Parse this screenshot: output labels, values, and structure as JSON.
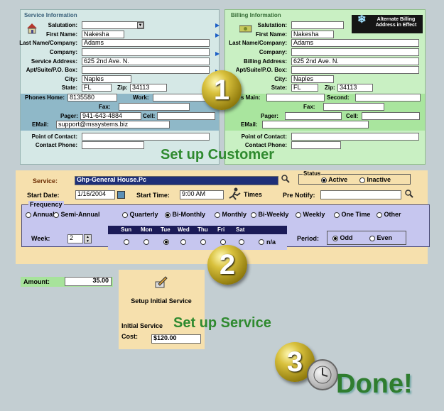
{
  "service_info": {
    "heading": "Service Information",
    "salutation_label": "Salutation:",
    "salutation_value": "",
    "first_name_label": "First Name:",
    "first_name_value": "Nakesha",
    "last_name_label": "Last Name/Company:",
    "last_name_value": "Adams",
    "company_label": "Company:",
    "company_value": "",
    "address_label": "Service Address:",
    "address_value": "625 2nd Ave. N.",
    "apt_label": "Apt/Suite/P.O. Box:",
    "apt_value": "",
    "city_label": "City:",
    "city_value": "Naples",
    "state_label": "State:",
    "state_value": "FL",
    "zip_label": "Zip:",
    "zip_value": "34113",
    "phone_home_label": "Phones Home:",
    "phone_home_value": "8135580",
    "work_label": "Work:",
    "work_value": "",
    "fax_label": "Fax:",
    "fax_value": "",
    "pager_label": "Pager:",
    "pager_value": "941-643-4884",
    "cell_label": "Cell:",
    "cell_value": "",
    "email_label": "EMail:",
    "email_value": "support@mssystems.biz",
    "poc_label": "Point of Contact:",
    "poc_value": "",
    "contact_phone_label": "Contact Phone:",
    "contact_phone_value": ""
  },
  "billing_info": {
    "heading": "Billing Information",
    "alternate_button": "Alternate Billing Address in Effect",
    "salutation_label": "Salutation:",
    "salutation_value": "",
    "first_name_label": "First Name:",
    "first_name_value": "Nakesha",
    "last_name_label": "Last Name/Company:",
    "last_name_value": "Adams",
    "company_label": "Company:",
    "company_value": "",
    "address_label": "Billing Address:",
    "address_value": "625 2nd Ave. N.",
    "apt_label": "Apt/Suite/P.O. Box:",
    "apt_value": "",
    "city_label": "City:",
    "city_value": "Naples",
    "state_label": "State:",
    "state_value": "FL",
    "zip_label": "Zip:",
    "zip_value": "34113",
    "phone_main_label": "s Main:",
    "phone_main_value": "",
    "second_label": "Second:",
    "second_value": "",
    "fax_label": "Fax:",
    "fax_value": "",
    "pager_label": "Pager:",
    "pager_value": "",
    "cell_label": "Cell:",
    "cell_value": "",
    "email_label": "EMail:",
    "email_value": "",
    "poc_label": "Point of Contact:",
    "poc_value": "",
    "contact_phone_label": "Contact Phone:",
    "contact_phone_value": ""
  },
  "step1": {
    "number": "1",
    "caption": "Set up Customer"
  },
  "service": {
    "service_label": "Service:",
    "service_value": "Ghp-General House.Pc",
    "status_label": "Status",
    "active_label": "Active",
    "inactive_label": "Inactive",
    "start_date_label": "Start Date:",
    "start_date_value": "1/16/2004",
    "start_time_label": "Start Time:",
    "start_time_value": "9:00 AM",
    "times_label": "Times",
    "pre_notify_label": "Pre Notify:",
    "pre_notify_value": ""
  },
  "frequency": {
    "label": "Frequency",
    "options": [
      "Annual",
      "Semi-Annual",
      "Quarterly",
      "Bi-Monthly",
      "Monthly",
      "Bi-Weekly",
      "Weekly",
      "One Time",
      "Other"
    ],
    "selected": "Bi-Monthly",
    "week_label": "Week:",
    "week_value": "2",
    "days": [
      "Sun",
      "Mon",
      "Tue",
      "Wed",
      "Thu",
      "Fri",
      "Sat"
    ],
    "na_label": "n/a",
    "selected_day": "Tue",
    "period_label": "Period:",
    "odd_label": "Odd",
    "even_label": "Even",
    "period_selected": "Odd"
  },
  "step2": {
    "number": "2",
    "caption": "Set up Service"
  },
  "amount": {
    "label": "Amount:",
    "value": "35.00"
  },
  "initial_service": {
    "title": "Setup Initial Service",
    "section_label": "Initial Service",
    "cost_label": "Cost:",
    "cost_value": "$120.00"
  },
  "step3": {
    "number": "3",
    "caption": "Done!"
  }
}
